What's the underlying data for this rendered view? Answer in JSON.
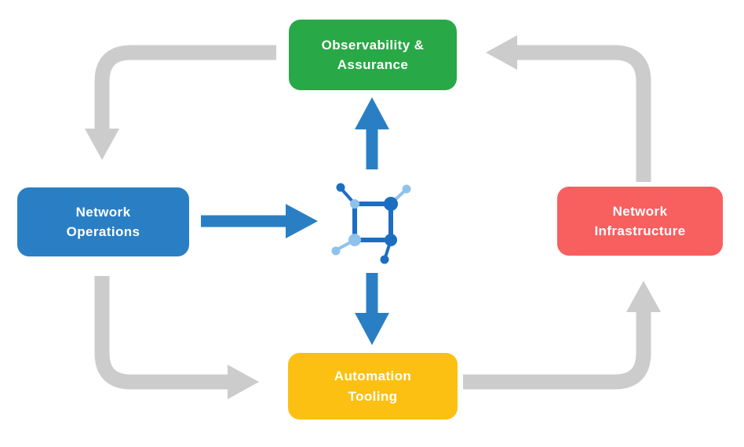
{
  "nodes": {
    "observability": {
      "label": "Observability &\nAssurance",
      "color": "#29A847"
    },
    "operations": {
      "label": "Network\nOperations",
      "color": "#2A7FC4"
    },
    "infrastructure": {
      "label": "Network\nInfrastructure",
      "color": "#F85F5F"
    },
    "automation": {
      "label": "Automation\nTooling",
      "color": "#FCC013"
    }
  },
  "icon": {
    "name": "network-topology-icon",
    "primary_color": "#1C6EC2",
    "secondary_color": "#8FC2EB"
  },
  "arrows": {
    "cycle_color": "#CCCCCC",
    "flow_color": "#2A7FC4"
  },
  "text_color": "#FFFFFF"
}
